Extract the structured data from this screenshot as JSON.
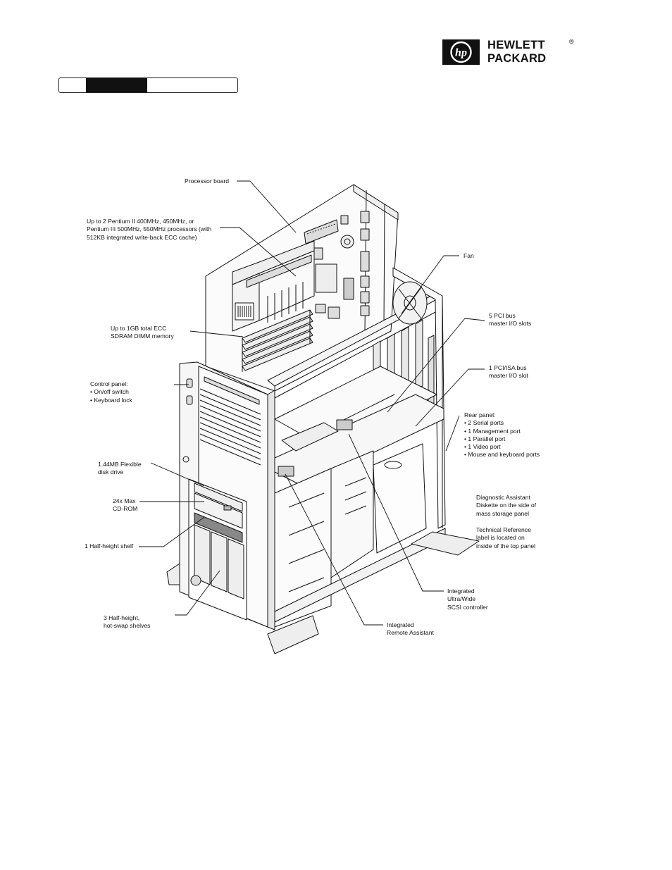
{
  "logo": {
    "line1": "HEWLETT",
    "line2": "PACKARD",
    "mark": "®",
    "monogram": "hp"
  },
  "colors": {
    "ink": "#111111",
    "paper": "#ffffff",
    "panel_fill": "#f2f2f2"
  },
  "callouts": {
    "processor_board": [
      "Processor board"
    ],
    "processors": [
      "Up to 2 Pentium II 400MHz, 450MHz, or",
      "Pentium III 500MHz, 550MHz processors (with",
      "512KB integrated write-back ECC cache)"
    ],
    "memory": [
      "Up to 1GB total ECC",
      "SDRAM DIMM memory"
    ],
    "control_panel": [
      "Control panel:",
      "•   On/off switch",
      "•   Keyboard lock"
    ],
    "flexible_drive": [
      "1.44MB Flexible",
      "disk drive"
    ],
    "cdrom": [
      "24x Max",
      "CD-ROM"
    ],
    "half_height_shelf": [
      "1 Half-height shelf"
    ],
    "hotswap_shelves": [
      "3 Half-height,",
      "hot-swap shelves"
    ],
    "fan": [
      "Fan"
    ],
    "pci_slots": [
      "5 PCI bus",
      "master I/O slots"
    ],
    "pci_isa_slot": [
      "1 PCI/ISA bus",
      "master I/O slot"
    ],
    "rear_panel": [
      "Rear panel:",
      "•   2 Serial ports",
      "•   1 Management port",
      "•   1 Parallel port",
      "•   1 Video port",
      "•   Mouse and keyboard ports"
    ],
    "diagnostic": [
      "Diagnostic Assistant",
      "Diskette on the side of",
      "mass storage panel"
    ],
    "technical_reference": [
      "Technical Reference",
      "label is located on",
      "inside of the top panel"
    ],
    "scsi": [
      "Integrated",
      "Ultra/Wide",
      "SCSI controller"
    ],
    "remote_assistant": [
      "Integrated",
      "Remote Assistant"
    ]
  }
}
